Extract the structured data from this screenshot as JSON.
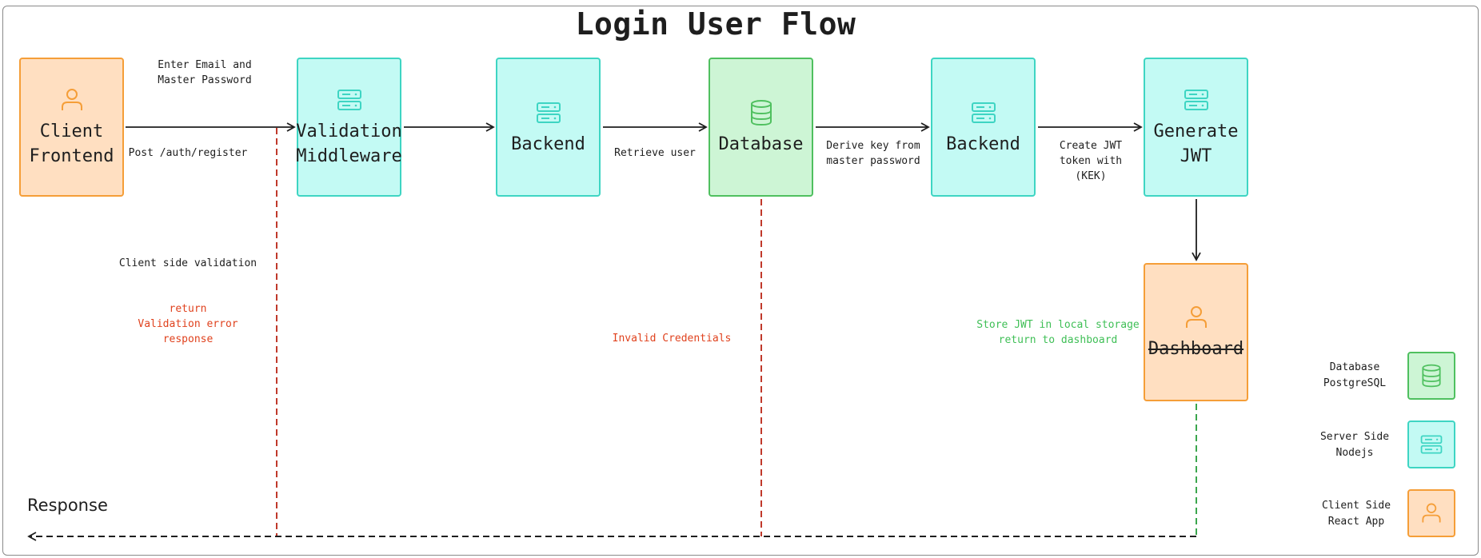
{
  "title": "Login User Flow",
  "nodes": {
    "client_frontend": "Client\nFrontend",
    "validation_middleware": "Validation\nMiddleware",
    "backend_1": "Backend",
    "database": "Database",
    "backend_2": "Backend",
    "generate_jwt": "Generate\nJWT",
    "dashboard": "Dashboard"
  },
  "edge_labels": {
    "enter_credentials": "Enter Email and\nMaster Password",
    "post_register": "Post /auth/register",
    "retrieve_user": "Retrieve user",
    "derive_key": "Derive key from\nmaster password",
    "create_jwt": "Create JWT\ntoken with (KEK)",
    "client_validation": "Client side validation",
    "validation_error": "return\nValidation error response",
    "invalid_credentials": "Invalid Credentials",
    "store_jwt": "Store JWT in local storage\nreturn to dashboard",
    "response": "Response"
  },
  "legend": [
    {
      "label": "Database\nPostgreSQL",
      "kind": "db",
      "icon": "database-icon"
    },
    {
      "label": "Server Side\nNodejs",
      "kind": "server",
      "icon": "server-icon"
    },
    {
      "label": "Client Side\nReact App",
      "kind": "client",
      "icon": "user-icon"
    }
  ],
  "colors": {
    "client_fill": "#ffdfc1",
    "client_stroke": "#f59e38",
    "server_fill": "#c3faf4",
    "server_stroke": "#3ed5c3",
    "db_fill": "#cdf5d5",
    "db_stroke": "#4fc05f",
    "error": "#e0421e",
    "success": "#3fbf56"
  }
}
